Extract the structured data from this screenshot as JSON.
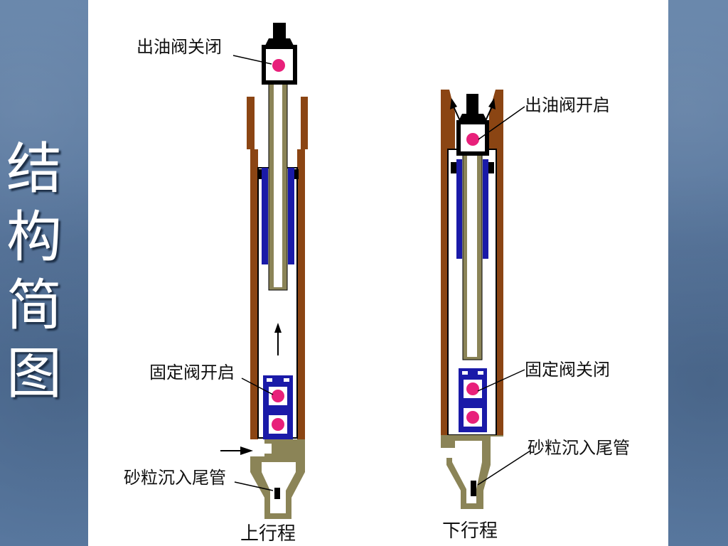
{
  "title": [
    "结",
    "构",
    "简",
    "图"
  ],
  "upstroke": {
    "caption": "上行程",
    "labels": {
      "discharge_valve": "出油阀关闭",
      "standing_valve": "固定阀开启",
      "sand": "砂粒沉入尾管"
    }
  },
  "downstroke": {
    "caption": "下行程",
    "labels": {
      "discharge_valve": "出油阀开启",
      "standing_valve": "固定阀关闭",
      "sand": "砂粒沉入尾管"
    }
  },
  "colors": {
    "barrel": "#8b4513",
    "tube": "#8b8457",
    "plunger": "#1a1aa8",
    "ball": "#e8207a",
    "outline": "#000000",
    "side_panel": "#56769e"
  }
}
